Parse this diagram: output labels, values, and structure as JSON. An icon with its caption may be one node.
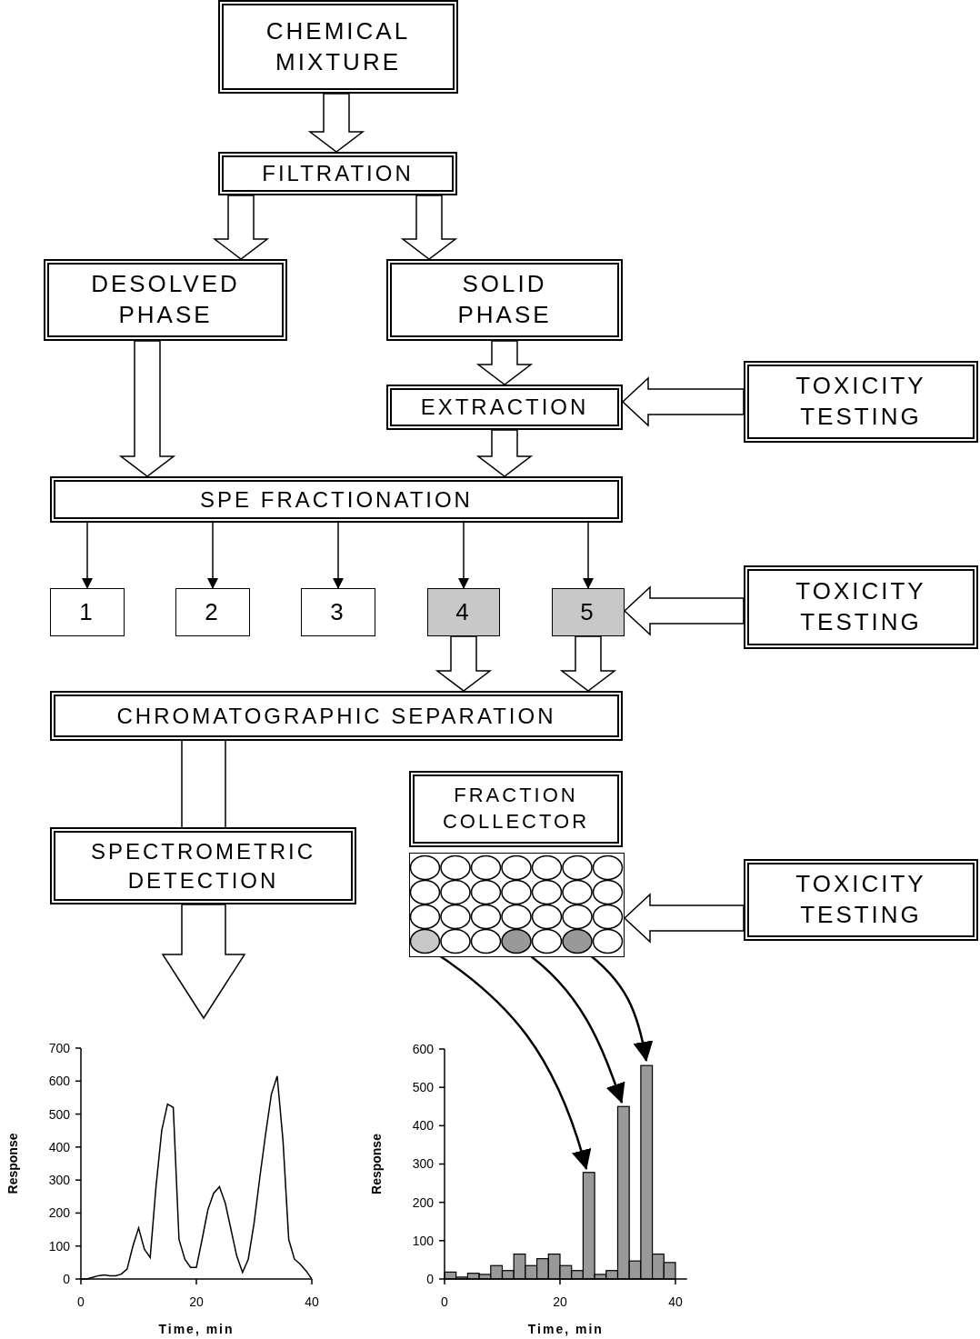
{
  "diagram": {
    "nodes": [
      {
        "text": [
          "CHEMICAL MIXTURE"
        ]
      },
      {
        "text": [
          "FILTRATION"
        ]
      },
      {
        "text": [
          "DESOLVED PHASE"
        ]
      },
      {
        "text": [
          "SOLID PHASE"
        ]
      },
      {
        "text": [
          "EXTRACTION"
        ]
      },
      {
        "text": [
          "TOXICITY TESTING"
        ]
      },
      {
        "text": [
          "SPE FRACTIONATION"
        ]
      },
      {
        "text": [
          "1"
        ]
      },
      {
        "text": [
          "2"
        ]
      },
      {
        "text": [
          "3"
        ]
      },
      {
        "text": [
          "4"
        ]
      },
      {
        "text": [
          "5"
        ]
      },
      {
        "text": [
          "TOXICITY TESTING"
        ]
      },
      {
        "text": [
          "CHROMATOGRAPHIC SEPARATION"
        ]
      },
      {
        "text": [
          "SPECTROMETRIC DETECTION"
        ]
      },
      {
        "text": [
          "FRACTION COLLECTOR"
        ]
      },
      {
        "text": [],
        "shape": "box"
      },
      {
        "text": [],
        "shape": "circle",
        "in": 16
      },
      {
        "text": [],
        "shape": "circle",
        "in": 16
      },
      {
        "text": [],
        "shape": "circle",
        "in": 16
      },
      {
        "text": [
          "TOXICITY TESTING"
        ]
      }
    ],
    "edges": [
      {
        "from": 0,
        "to": 1,
        "arrow": "to"
      },
      {
        "from": 1,
        "to": 2,
        "arrow": "to"
      },
      {
        "from": 1,
        "to": 3,
        "arrow": "to"
      },
      {
        "from": 3,
        "to": 4,
        "arrow": "to"
      },
      {
        "from": 2,
        "to": 6,
        "arrow": "to"
      },
      {
        "from": 5,
        "to": 4,
        "arrow": "to"
      },
      {
        "from": 4,
        "to": 6,
        "arrow": "to"
      },
      {
        "from": 6,
        "to": 7,
        "arrow": "to"
      },
      {
        "from": 6,
        "to": 8,
        "arrow": "to"
      },
      {
        "from": 6,
        "to": 9,
        "arrow": "to"
      },
      {
        "from": 6,
        "to": 10,
        "arrow": "to"
      },
      {
        "from": 6,
        "to": 11,
        "arrow": "to"
      },
      {
        "from": 12,
        "to": 11,
        "arrow": "to"
      },
      {
        "from": 10,
        "to": 13,
        "arrow": "to"
      },
      {
        "from": 11,
        "to": 13,
        "arrow": "to"
      },
      {
        "from": 13,
        "to": 14,
        "arrow": "none"
      },
      {
        "from": 14,
        "to": null,
        "arrow": "to"
      },
      {
        "from": 20,
        "to": 16,
        "arrow": "to"
      },
      {
        "from": 17,
        "to": null,
        "arrow": "to"
      },
      {
        "from": 18,
        "to": null,
        "arrow": "to"
      },
      {
        "from": 19,
        "to": null,
        "arrow": "to"
      }
    ],
    "chart_data": [
      {
        "type": "line",
        "xlabel": "Time, min",
        "ylabel": "Response",
        "xticks": [
          0,
          20,
          40
        ],
        "yticks": [
          0,
          100,
          200,
          300,
          400,
          500,
          600,
          700
        ],
        "xlim": [
          0,
          40
        ],
        "ylim": [
          0,
          700
        ],
        "x": [
          0,
          1,
          2,
          3,
          4,
          5,
          6,
          7,
          8,
          9,
          10,
          11,
          12,
          13,
          14,
          15,
          16,
          17,
          18,
          19,
          20,
          21,
          22,
          23,
          24,
          25,
          26,
          27,
          28,
          29,
          30,
          31,
          32,
          33,
          34,
          35,
          36,
          37,
          38,
          39,
          40
        ],
        "values": [
          0,
          0,
          5,
          10,
          12,
          10,
          10,
          15,
          30,
          100,
          155,
          90,
          65,
          280,
          450,
          530,
          520,
          120,
          60,
          35,
          35,
          120,
          210,
          260,
          280,
          230,
          150,
          70,
          20,
          60,
          170,
          310,
          440,
          560,
          615,
          420,
          120,
          60,
          45,
          25,
          0
        ]
      },
      {
        "type": "bar",
        "xlabel": "Time, min",
        "ylabel": "Response",
        "xticks": [
          0,
          20,
          40
        ],
        "yticks": [
          0,
          100,
          200,
          300,
          400,
          500,
          600
        ],
        "xlim": [
          0,
          42
        ],
        "ylim": [
          0,
          600
        ],
        "x": [
          1,
          3,
          5,
          7,
          9,
          11,
          13,
          15,
          17,
          19,
          21,
          23,
          25,
          27,
          29,
          31,
          33,
          35,
          37,
          39
        ],
        "values": [
          18,
          5,
          15,
          12,
          35,
          22,
          65,
          35,
          53,
          65,
          35,
          22,
          278,
          12,
          22,
          450,
          47,
          557,
          65,
          43
        ]
      }
    ]
  }
}
